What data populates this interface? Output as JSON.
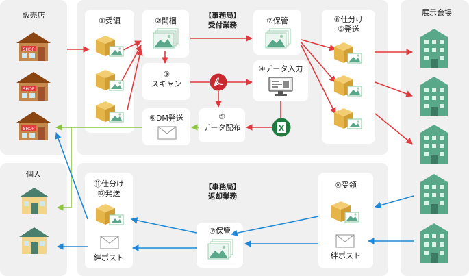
{
  "zones": {
    "shop": "販売店",
    "individual": "個人",
    "venue": "展示会場"
  },
  "sections": {
    "reception_line1": "【事務局】",
    "reception_line2": "受付業務",
    "return_line1": "【事務局】",
    "return_line2": "返却業務"
  },
  "steps": {
    "receive": "①受領",
    "open": "②開梱",
    "scan_num": "③",
    "scan": "スキャン",
    "data_entry": "④データ入力",
    "distribute_num": "⑤",
    "distribute": "データ配布",
    "dm_send": "⑥DM発送",
    "store": "⑦保管",
    "sort_ship_1": "⑧仕分け",
    "sort_ship_2": "⑨発送",
    "return_receive": "⑩受領",
    "return_sort_1": "⑪仕分け",
    "return_sort_2": "⑫発送",
    "return_store": "⑦保管",
    "kizuna_post_1": "絆ポスト",
    "kizuna_post_2": "絆ポスト"
  },
  "icons": {
    "shop_sign": "SHOP",
    "excel_letter": "X"
  },
  "colors": {
    "red_flow": "#e03a3e",
    "blue_flow": "#1e88d6",
    "green_flow": "#8cc63f",
    "panel_bg": "#f0f0f0",
    "box": "#e6b54a",
    "building": "#5aa88a",
    "house": "#a0522d"
  }
}
